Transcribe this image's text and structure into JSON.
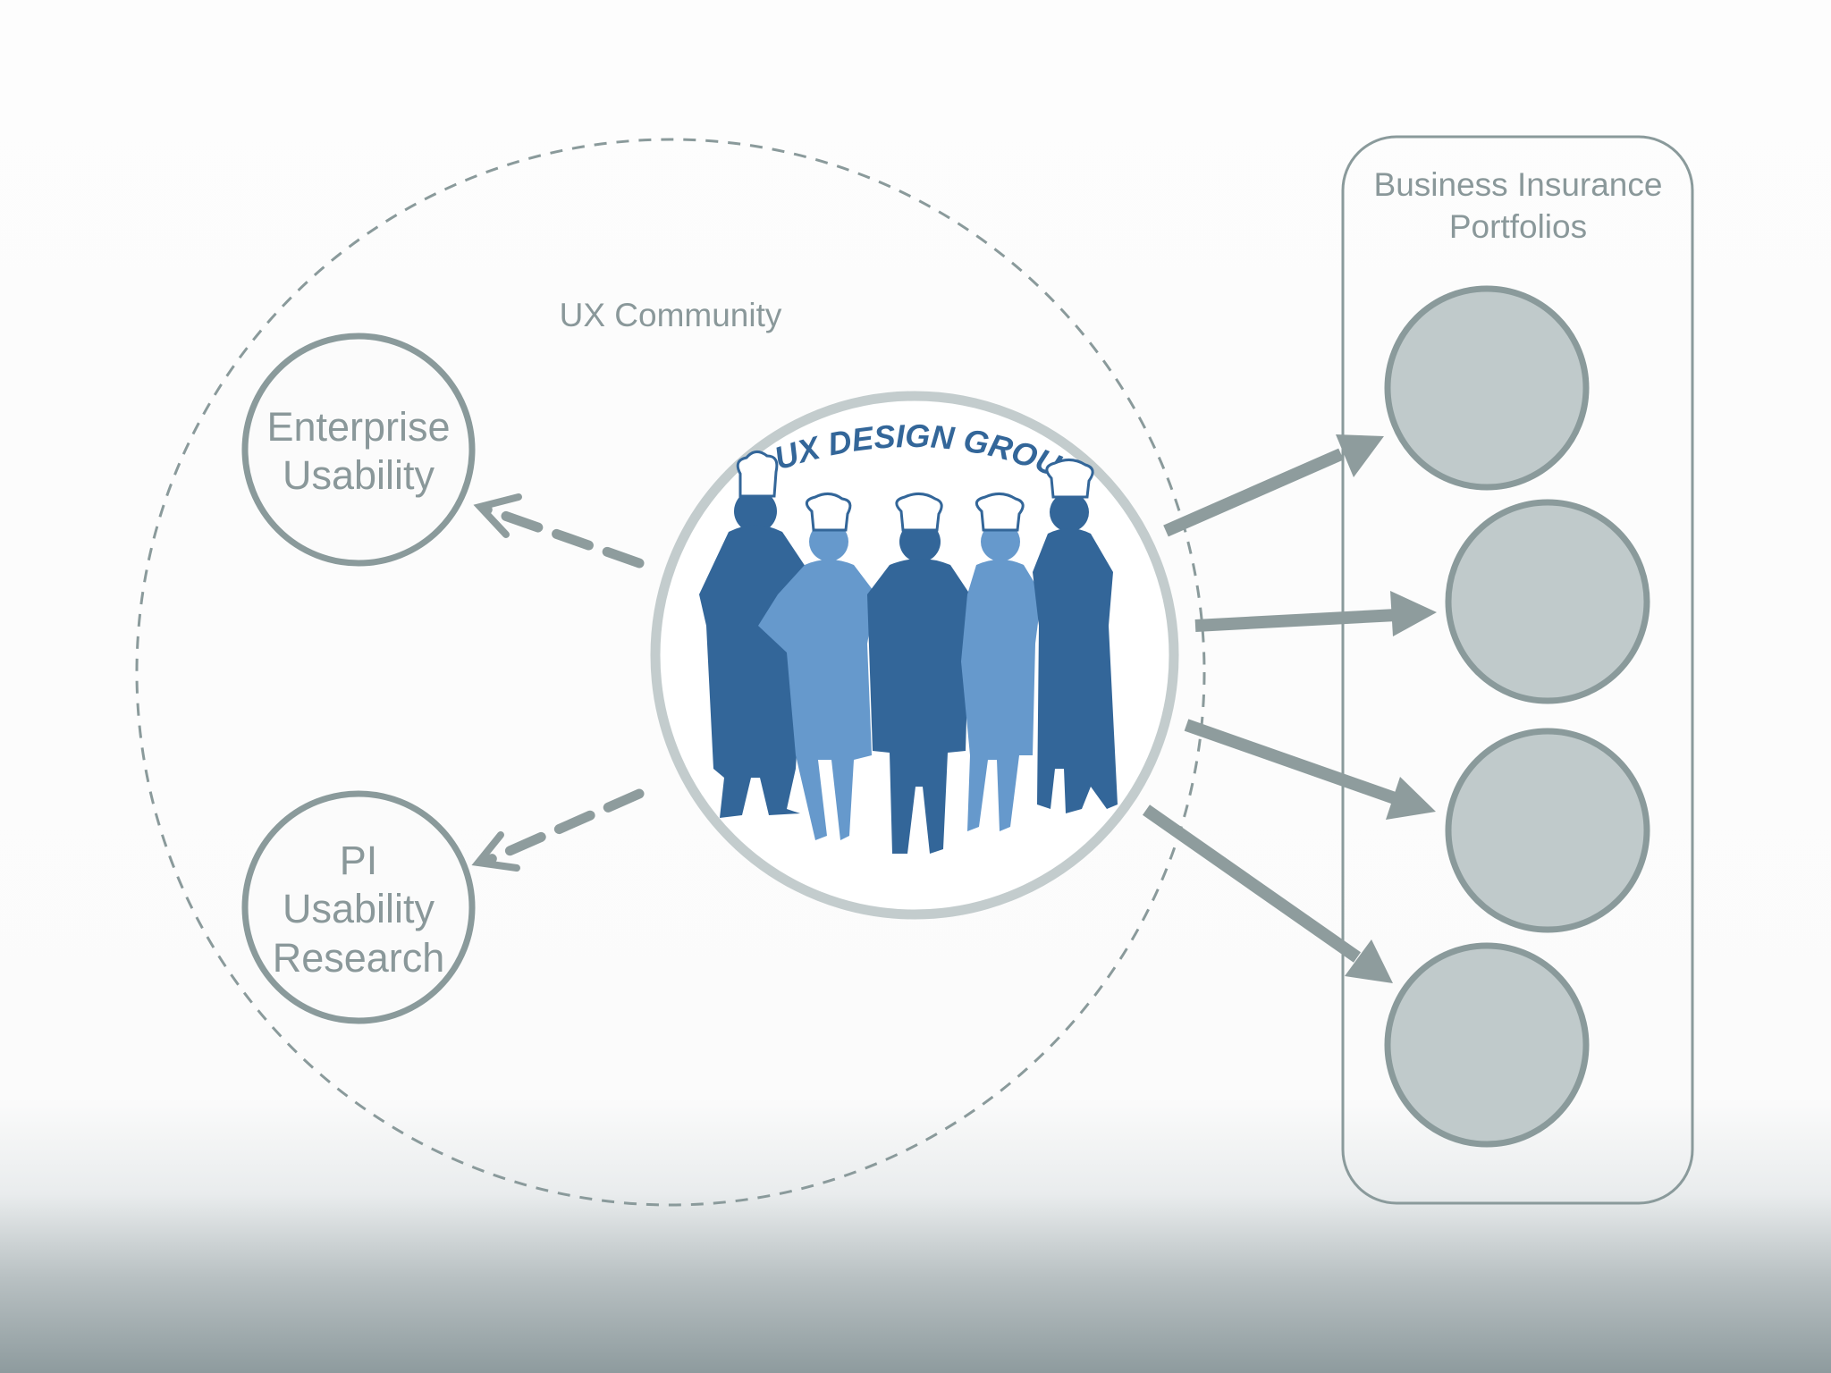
{
  "community": {
    "label": "UX Community"
  },
  "enterprise": {
    "line1": "Enterprise",
    "line2": "Usability"
  },
  "pi": {
    "line1": "PI",
    "line2": "Usability",
    "line3": "Research"
  },
  "portfolios": {
    "line1": "Business Insurance",
    "line2": "Portfolios",
    "count": 4
  },
  "logo": {
    "title": "BI UX DESIGN GROUP",
    "figures": 5
  },
  "colors": {
    "stroke": "#8a9a9b",
    "node_fill": "#c0cacb",
    "arrow": "#8e9c9d",
    "dark_blue": "#336699",
    "light_blue": "#6699cc"
  }
}
